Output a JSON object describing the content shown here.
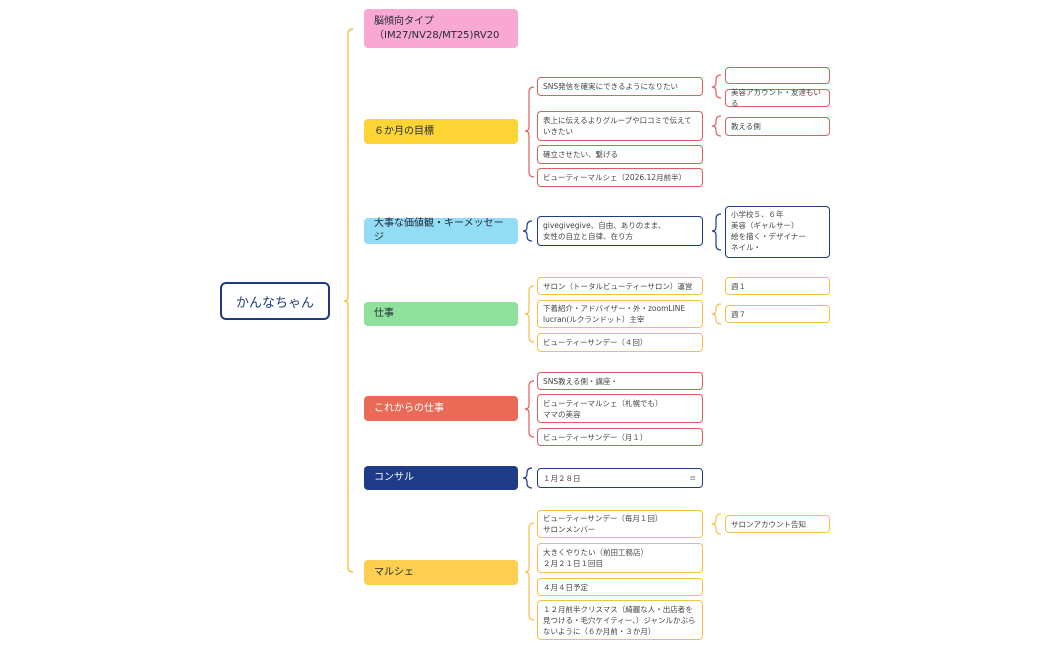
{
  "root": {
    "label": "かんなちゃん"
  },
  "branches": [
    {
      "label": "脳傾向タイプ\n（IM27/NV28/MT25)RV20",
      "color": "#f9a8d4",
      "text_color": "#1f2937"
    },
    {
      "label": "６か月の目標",
      "color": "#fcd535",
      "text_color": "#1f2937",
      "children": [
        {
          "label": "SNS発信を確実にできるようになりたい"
        },
        {
          "label": "表上に伝えるよりグループや口コミで伝えていきたい"
        },
        {
          "label": "確立させたい、繋げる"
        },
        {
          "label": "ビューティーマルシェ（2026.12月前半）"
        }
      ],
      "grandchildren": [
        {
          "label": ""
        },
        {
          "label": "美容アカウント・友達もいる"
        },
        {
          "label": "教える側"
        }
      ]
    },
    {
      "label": "大事な価値観・キーメッセージ",
      "color": "#93dcf5",
      "text_color": "#1f2937",
      "children": [
        {
          "label": "givegivegive、自由、ありのまま、\n女性の自立と自律、在り方"
        }
      ],
      "grandchildren": [
        {
          "label": "小学校５、６年\n美容（ギャルサー）\n絵を描く・デザイナー\nネイル・"
        }
      ]
    },
    {
      "label": "仕事",
      "color": "#8ee09a",
      "text_color": "#1f2937",
      "children": [
        {
          "label": "サロン（トータルビューティーサロン）運営"
        },
        {
          "label": "下着紹介・アドバイザー・外・zoomLINE\nlucran(ルクランドット）主宰"
        },
        {
          "label": "ビューティーサンデー（４回）"
        }
      ],
      "grandchildren": [
        {
          "label": "週１"
        },
        {
          "label": "週７"
        }
      ]
    },
    {
      "label": "これからの仕事",
      "color": "#e86a57",
      "text_color": "#ffffff",
      "children": [
        {
          "label": "SNS教える側・講座・"
        },
        {
          "label": "ビューティーマルシェ（札幌でも）\nママの美容"
        },
        {
          "label": "ビューティーサンデー（月１）"
        }
      ]
    },
    {
      "label": "コンサル",
      "color": "#1f3b87",
      "text_color": "#ffffff",
      "children": [
        {
          "label": "１月２８日",
          "icon": "≡"
        }
      ]
    },
    {
      "label": "マルシェ",
      "color": "#fcd04e",
      "text_color": "#1f2937",
      "children": [
        {
          "label": "ビューティーサンデー（毎月１回）\nサロンメンバー"
        },
        {
          "label": "大きくやりたい（前田工務店）\n２月２１日１回目"
        },
        {
          "label": "４月４日予定"
        },
        {
          "label": "１２月前半クリスマス（綺麗な人・出店者を見つける・毛穴ケイティー、）ジャンルかぶらないように（６か月前・３か月）"
        }
      ],
      "grandchildren": [
        {
          "label": "サロンアカウント告知"
        }
      ]
    }
  ]
}
